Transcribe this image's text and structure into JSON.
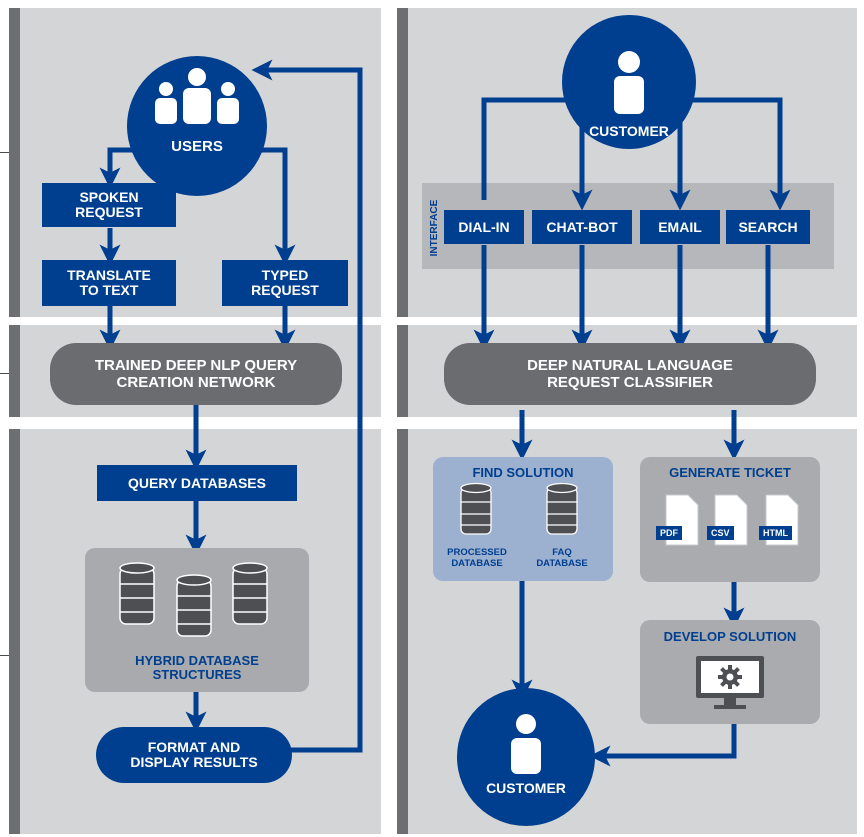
{
  "left": {
    "users_label": "USERS",
    "spoken_request": "SPOKEN REQUEST",
    "translate_to_text": "TRANSLATE TO TEXT",
    "typed_request": "TYPED REQUEST",
    "nlp_network": "TRAINED DEEP NLP QUERY CREATION NETWORK",
    "query_databases": "QUERY DATABASES",
    "hybrid_structures": "HYBRID DATABASE STRUCTURES",
    "format_display": "FORMAT AND DISPLAY RESULTS"
  },
  "right": {
    "customer_top": "CUSTOMER",
    "interface_label": "INTERFACE",
    "channels": [
      "DIAL-IN",
      "CHAT-BOT",
      "EMAIL",
      "SEARCH"
    ],
    "classifier": "DEEP NATURAL LANGUAGE REQUEST CLASSIFIER",
    "find_solution": "FIND SOLUTION",
    "processed_db": "PROCESSED DATABASE",
    "faq_db": "FAQ DATABASE",
    "generate_ticket": "GENERATE TICKET",
    "file_types": [
      "PDF",
      "CSV",
      "HTML"
    ],
    "develop_solution": "DEVELOP SOLUTION",
    "customer_bottom": "CUSTOMER"
  },
  "colors": {
    "panel": "#d4d5d7",
    "blue": "#003f8f",
    "grey_node": "#6b6c70",
    "stripe": "#6c6e71"
  },
  "icons": [
    "users-icon",
    "customer-icon",
    "database-icon",
    "document-icon",
    "monitor-gear-icon",
    "arrow-icon"
  ]
}
